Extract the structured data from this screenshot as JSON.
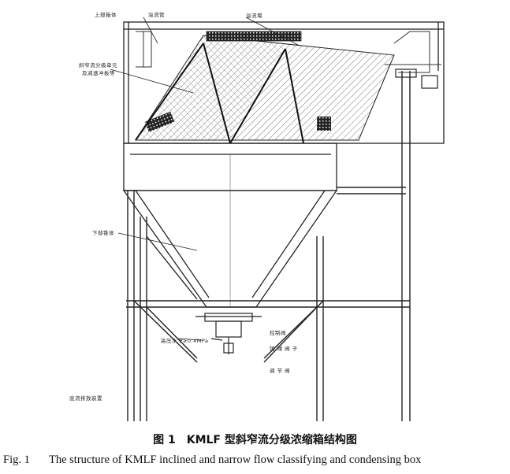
{
  "labels": {
    "upper_box": "上部箱体",
    "overflow_pipe": "溢流管",
    "overflow_weir": "溢流堰",
    "inclined_unit": "斜窄流分级单元",
    "inclined_unit_2": "及减速冲板等",
    "lower_cone": "下部锥体",
    "water_pressure": "高压水 P≥0.4MPa",
    "control_valve": "控制阀",
    "pinch_valve": "铸 球 阀 子",
    "regulating_valve": "调 节 阀",
    "discharge_device": "底流排放装置"
  },
  "caption": {
    "cn_number": "图 1",
    "cn_title": "KMLF 型斜窄流分级浓缩箱结构图",
    "en_number": "Fig. 1",
    "en_title": "The structure of KMLF inclined and narrow flow classifying and condensing box"
  }
}
